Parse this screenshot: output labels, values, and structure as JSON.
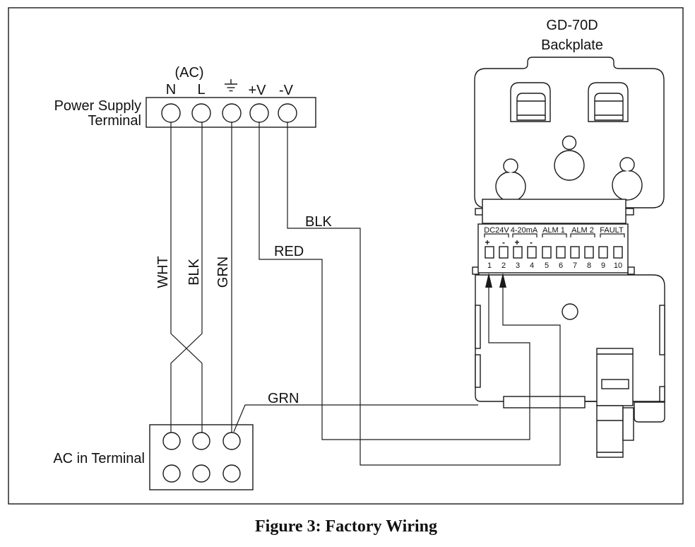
{
  "figure": {
    "caption": "Figure 3: Factory Wiring"
  },
  "power_supply": {
    "name_line1": "Power Supply",
    "name_line2": "Terminal",
    "ac": "(AC)",
    "terminal_n": "N",
    "terminal_l": "L",
    "terminal_pv": "+V",
    "terminal_nv": "-V"
  },
  "wires": {
    "wht": "WHT",
    "blk": "BLK",
    "grn": "GRN",
    "blk_to_backplate": "BLK",
    "red_to_backplate": "RED",
    "grn_to_backplate": "GRN"
  },
  "ac_in": {
    "name": "AC in Terminal"
  },
  "backplate": {
    "title_line1": "GD-70D",
    "title_line2": "Backplate",
    "groups": [
      "DC24V",
      "4-20mA",
      "ALM 1",
      "ALM 2",
      "FAULT"
    ],
    "polarity": [
      "+",
      "-",
      "+",
      "-"
    ],
    "numbers": [
      "1",
      "2",
      "3",
      "4",
      "5",
      "6",
      "7",
      "8",
      "9",
      "10"
    ]
  },
  "colors": {
    "line": "#1a1a1a",
    "bg": "#ffffff"
  }
}
